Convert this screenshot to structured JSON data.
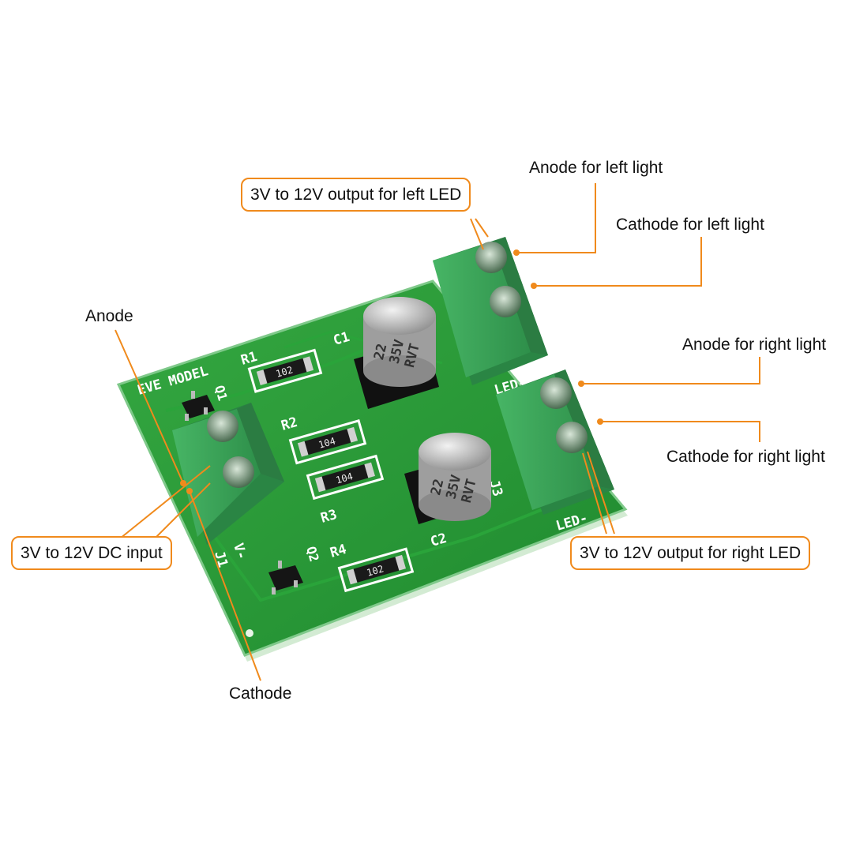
{
  "annotations": {
    "anode_left_light": "Anode for left light",
    "output_left_led": "3V to 12V output for left LED",
    "cathode_left_light": "Cathode for left light",
    "anode_input": "Anode",
    "anode_right_light": "Anode for right light",
    "cathode_right_light": "Cathode for right light",
    "dc_input": "3V to 12V DC input",
    "output_right_led": "3V to 12V output for right LED",
    "cathode_input": "Cathode"
  },
  "board_silkscreen": {
    "model": "EVE MODEL",
    "r1": "R1",
    "r2": "R2",
    "r3": "R3",
    "r4": "R4",
    "c1": "C1",
    "c2": "C2",
    "q1": "Q1",
    "q2": "Q2",
    "j1": "J1",
    "j3": "J3",
    "v_minus": "V-",
    "led_minus_top": "LED-",
    "led_minus_bottom": "LED-",
    "r1_value": "102",
    "r2_value": "104",
    "r3_value": "104",
    "r4_value": "102",
    "cap1_line1": "22",
    "cap1_line2": "35V",
    "cap1_line3": "RVT",
    "cap2_line1": "22",
    "cap2_line2": "35V",
    "cap2_line3": "RVT"
  },
  "colors": {
    "accent": "#f08a1c",
    "pcb_green": "#2f9e3a",
    "terminal_green": "#3aa35a",
    "silkscreen": "#ffffff"
  }
}
